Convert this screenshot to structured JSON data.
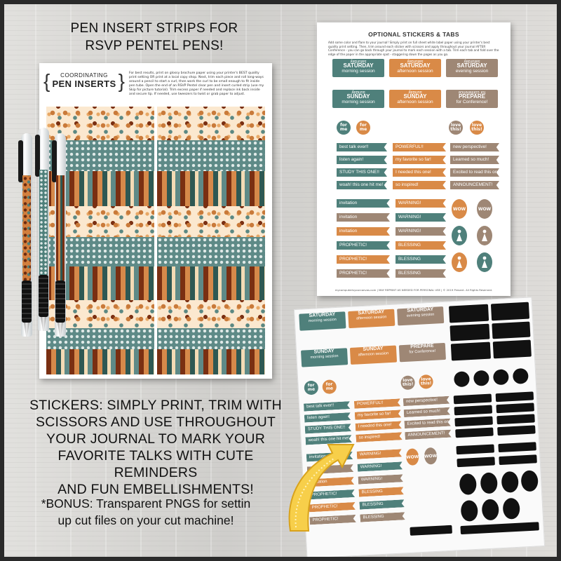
{
  "headline": {
    "line1": "PEN INSERT STRIPS FOR",
    "line2": "RSVP PENTEL PENS!"
  },
  "insert_sheet": {
    "badge_small": "COORDINATING",
    "badge_big": "PEN INSERTS",
    "instructions": "For best results, print on glossy brochure paper using your printer's BEST quality print setting OR print at a local copy shop. Next, trim each piece and roll long-ways around a pencil to start a curl, then work the curl to be small enough to fit inside pen tube. Open the end of an RSVP Pentel clear pen and insert curled strip (use my Skip for picture tutorial). Trim excess paper if needed and replace ink back inside and secure tip. If needed, use tweezers to twist or grab paper to adjust."
  },
  "sticker_sheet": {
    "title": "OPTIONAL STICKERS & TABS",
    "instructions": "Add some color and flare to your journal! Simply print on full sheet white label paper using your printer's best quality print setting. Then, trim around each sticker with scissors and apply throughout your journal AFTER Conference - you can go back through your journal to mark each session with a tab. Trim each tab and fold over the edge of the paper in the appropriate spot - staggering down the pages as you go.",
    "tabs": [
      {
        "top": "saturday",
        "main": "SATURDAY",
        "sub": "morning session",
        "color": "#4f807b"
      },
      {
        "top": "saturday",
        "main": "SATURDAY",
        "sub": "afternoon session",
        "color": "#d98a47"
      },
      {
        "top": "saturday",
        "main": "SATURDAY",
        "sub": "evening session",
        "color": "#9e8775"
      },
      {
        "top": "sunday",
        "main": "SUNDAY",
        "sub": "morning session",
        "color": "#4f807b"
      },
      {
        "top": "sunday",
        "main": "SUNDAY",
        "sub": "afternoon session",
        "color": "#d98a47"
      },
      {
        "top": "for conference",
        "main": "PREPARE",
        "sub": "for Conference!",
        "color": "#9e8775"
      }
    ],
    "circles": [
      "for me",
      "for me",
      "love this!",
      "love this!"
    ],
    "labels_col1": [
      "best talk ever!!",
      "listen again!",
      "STUDY THIS ONE!!",
      "woah! this one hit me!"
    ],
    "labels_col2": [
      "POWERFUL!!",
      "my favorite so far!",
      "I needed this one!",
      "so inspired!"
    ],
    "labels_col3": [
      "new perspective!",
      "Learned so much!",
      "Excited to read this one!",
      "ANNOUNCEMENT!"
    ],
    "labels_col4": [
      "invitation",
      "invitation",
      "invitation",
      "PROPHETIC!",
      "PROPHETIC!",
      "PROPHETIC!"
    ],
    "labels_col5": [
      "WARNING!",
      "WARNING!",
      "WARNING!",
      "BLESSING",
      "BLESSING",
      "BLESSING"
    ],
    "ovals": [
      "WOW",
      "WOW"
    ],
    "footer": "mycomputerisyourcanvas.com | MAY REPRINT AS NEEDED FOR PERSONAL USE | © 2019 Present. All Rights Reserved."
  },
  "body_text": [
    "STICKERS: SIMPLY PRINT, TRIM WITH",
    "SCISSORS AND USE THROUGHOUT",
    "YOUR JOURNAL TO MARK YOUR",
    "FAVORITE TALKS WITH CUTE REMINDERS",
    "AND FUN EMBELLISHMENTS!"
  ],
  "bonus_text": [
    "*BONUS: Transparent PNGS for settin",
    "up cut files on your cut machine!"
  ],
  "colors": {
    "teal": "#4f807b",
    "orange": "#d98a47",
    "tan": "#9e8775",
    "rust": "#7a2f12",
    "cream": "#fbe8cf"
  }
}
